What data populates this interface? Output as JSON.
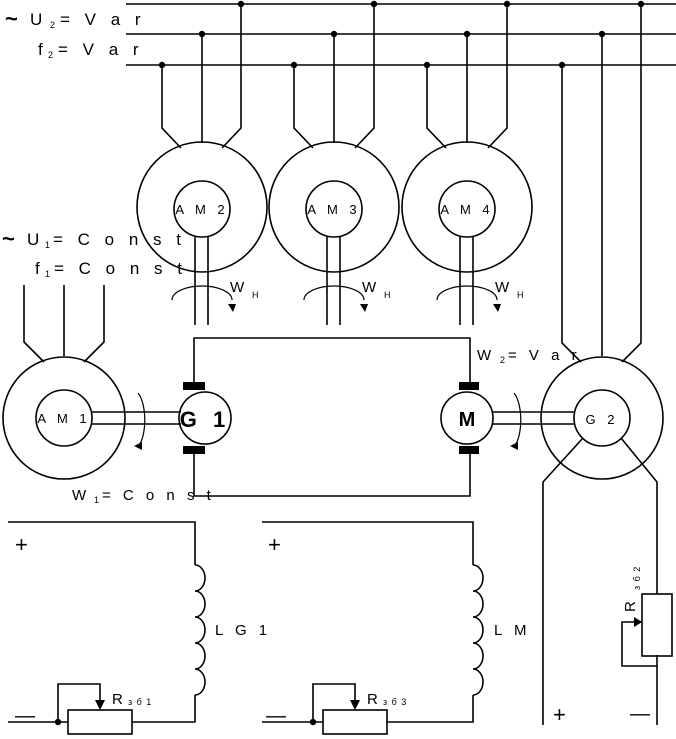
{
  "supply_var": {
    "tilde": "~",
    "u_label": "U",
    "u_sub": "2",
    "u_eq": "= V a r",
    "f_label": "f",
    "f_sub": "2",
    "f_eq": "= V a r"
  },
  "supply_const": {
    "tilde": "~",
    "u_label": "U",
    "u_sub": "1",
    "u_eq": "= C o n s t",
    "f_label": "f",
    "f_sub": "1",
    "f_eq": "= C o n s t"
  },
  "machines": {
    "am1": "A M 1",
    "am2": "A M 2",
    "am3": "A M 3",
    "am4": "A M 4",
    "g1": "G 1",
    "m": "M",
    "g2": "G 2"
  },
  "speeds": {
    "w_label": "W",
    "w_sub": "H",
    "w1_label": "W",
    "w1_sub": "1",
    "w1_eq": "= C o n s t",
    "w2_label": "W",
    "w2_sub": "2",
    "w2_eq": "= V a r"
  },
  "coils": {
    "lg1": "L G 1",
    "lm": "L M"
  },
  "resistors": {
    "r1_label": "R",
    "r1_sub": "з б 1",
    "r2_label": "R",
    "r2_sub": "з б 2",
    "r3_label": "R",
    "r3_sub": "з б 3"
  },
  "polarity": {
    "plus": "+",
    "minus": "—"
  }
}
